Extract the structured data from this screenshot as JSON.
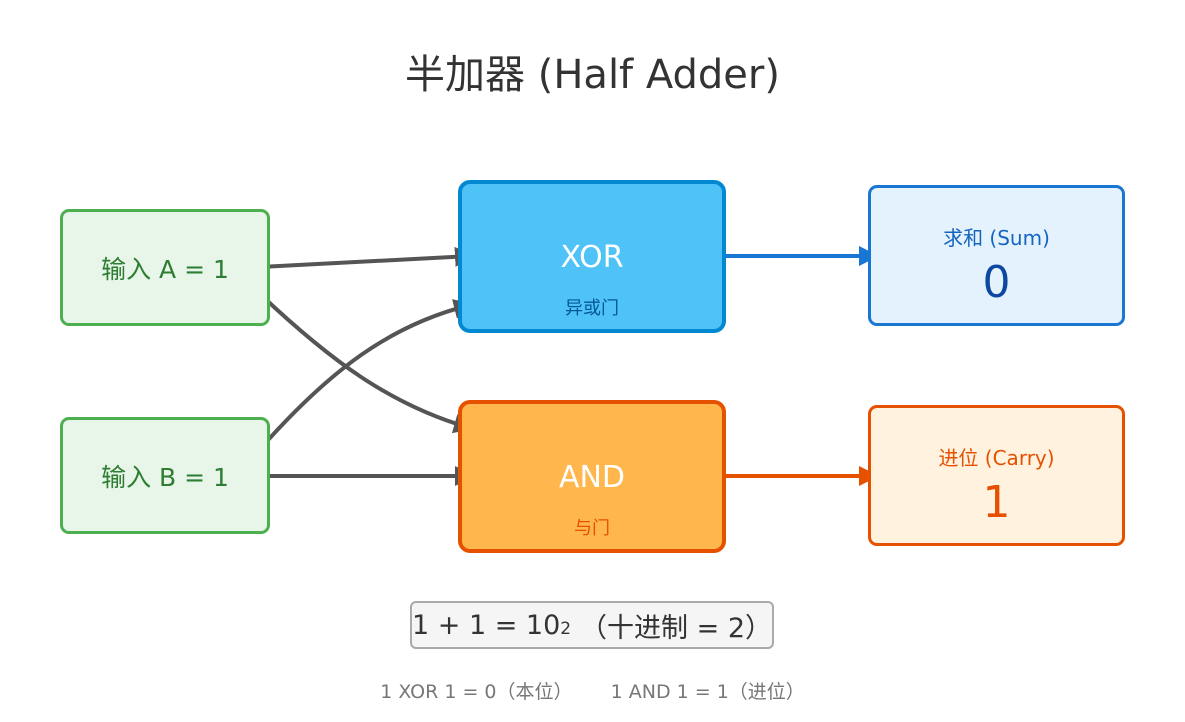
{
  "title": "半加器 (Half Adder)",
  "inputs": {
    "a_label": "输入 A = 1",
    "b_label": "输入 B = 1"
  },
  "gates": {
    "xor_name": "XOR",
    "xor_subtitle": "异或门",
    "and_name": "AND",
    "and_subtitle": "与门"
  },
  "outputs": {
    "sum_label": "求和 (Sum)",
    "sum_value": "0",
    "carry_label": "进位 (Carry)",
    "carry_value": "1"
  },
  "equation": {
    "lhs": "1 + 1 = 10",
    "subscript": "2",
    "rhs": "（十进制 = 2）"
  },
  "notes": {
    "xor_note": "1 XOR 1 = 0（本位）",
    "and_note": "1 AND 1 = 1（进位）"
  },
  "colors": {
    "input_border": "#4caf50",
    "input_fill": "#e8f5e9",
    "xor_fill": "#4fc3f7",
    "xor_border": "#0288d1",
    "and_fill": "#ffb74d",
    "and_border": "#e65100",
    "sum_border": "#1976d2",
    "carry_border": "#e65100",
    "wire": "#555555"
  }
}
